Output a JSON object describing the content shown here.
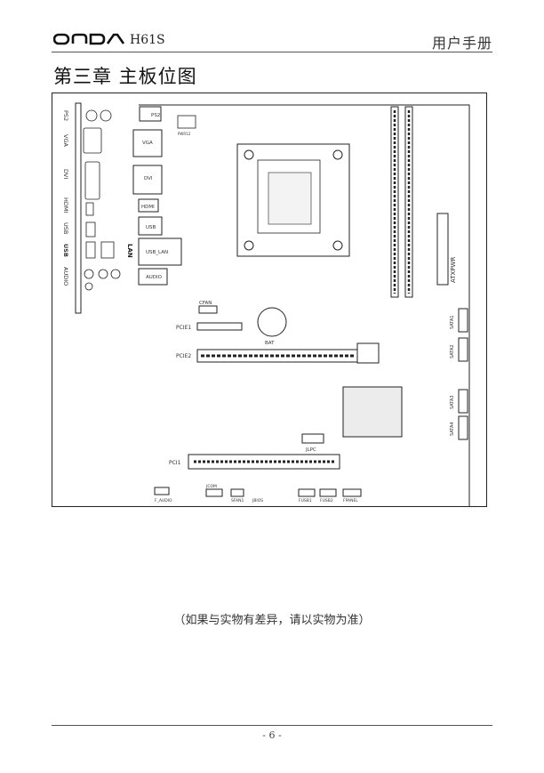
{
  "header": {
    "logo": "ONDA",
    "model": "H61S",
    "manual_title": "用户手册"
  },
  "chapter_title": "第三章  主板位图",
  "io_panel_labels": [
    "PS2",
    "VGA",
    "DVI",
    "HDMI",
    "USB",
    "USB",
    "AUDIO"
  ],
  "board_labels": {
    "ps2": "PS2",
    "vga": "VGA",
    "dvi": "DVI",
    "hdmi": "HDMI",
    "usb": "USB",
    "usb_lan": "USB_LAN",
    "audio": "AUDIO",
    "lan": "LAN",
    "pwr12": "PWR12",
    "cfan": "CFAN",
    "pcie1": "PCIE1",
    "pcie2": "PCIE2",
    "bat": "BAT",
    "pci1": "PCI1",
    "jlpc": "JLPC",
    "atxpwr": "ATXPWR",
    "sata1": "SATA1",
    "sata2": "SATA2",
    "sata3": "SATA3",
    "sata4": "SATA4",
    "f_audio": "F_AUDIO",
    "jcom": "JCOM",
    "sfan1": "SFAN1",
    "fusb1": "FUSB1",
    "fusb2": "FUSB2",
    "fpanel": "FPANEL",
    "jbios": "JBIOS"
  },
  "caption": "（如果与实物有差异，请以实物为准）",
  "footer": {
    "page_number": "- 6 -"
  }
}
